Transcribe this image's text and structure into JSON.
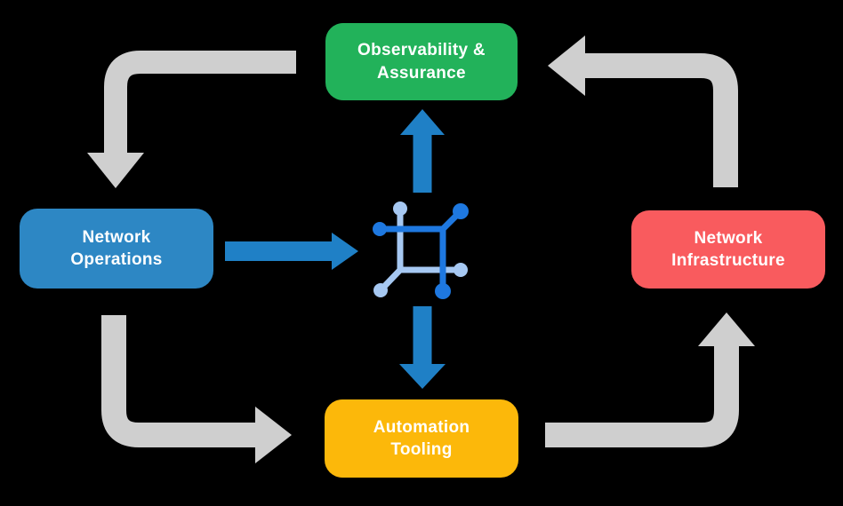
{
  "diagram": {
    "background": "#000000",
    "colors": {
      "arrow_gray": "#cfcfcf",
      "arrow_blue": "#1f80c6",
      "icon_dark_blue": "#1e78e0",
      "icon_light_blue": "#a6c8f2",
      "label_text": "#ffffff"
    },
    "nodes": {
      "observability": {
        "line1": "Observability &",
        "line2": "Assurance",
        "color": "#22b25a"
      },
      "operations": {
        "line1": "Network",
        "line2": "Operations",
        "color": "#2d87c4"
      },
      "infrastructure": {
        "line1": "Network",
        "line2": "Infrastructure",
        "color": "#f95b5e"
      },
      "automation": {
        "line1": "Automation",
        "line2": "Tooling",
        "color": "#fcb80a"
      }
    },
    "center_icon": {
      "name": "network-mesh-icon"
    },
    "edges": [
      {
        "from": "Observability & Assurance",
        "to": "Network Operations",
        "style": "gray-elbow-arrow"
      },
      {
        "from": "Network Operations",
        "to": "Automation Tooling",
        "style": "gray-elbow-arrow"
      },
      {
        "from": "Automation Tooling",
        "to": "Network Infrastructure",
        "style": "gray-elbow-arrow"
      },
      {
        "from": "Network Infrastructure",
        "to": "Observability & Assurance",
        "style": "gray-elbow-arrow"
      },
      {
        "from": "Network Operations",
        "to": "center-icon",
        "style": "blue-straight-arrow"
      },
      {
        "from": "center-icon",
        "to": "Observability & Assurance",
        "style": "blue-straight-arrow"
      },
      {
        "from": "center-icon",
        "to": "Automation Tooling",
        "style": "blue-straight-arrow"
      }
    ]
  }
}
